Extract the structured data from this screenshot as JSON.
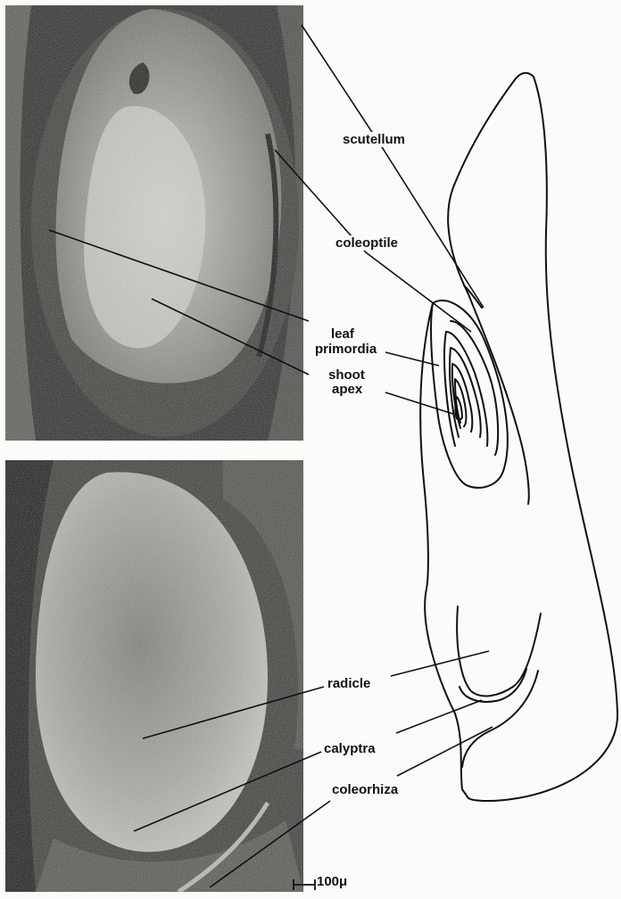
{
  "labels": {
    "scutellum": "scutellum",
    "coleoptile": "coleoptile",
    "leaf_line1": "leaf",
    "leaf_line2": "primordia",
    "shoot_line1": "shoot",
    "shoot_line2": "apex",
    "radicle": "radicle",
    "calyptra": "calyptra",
    "coleorhiza": "coleorhiza"
  },
  "scale_bar": {
    "label": "100μ"
  },
  "colors": {
    "ink": "#111111",
    "paper": "#fbfbf9",
    "micrograph_dark": "#1c1c1c",
    "micrograph_light": "#d8d8d2"
  }
}
